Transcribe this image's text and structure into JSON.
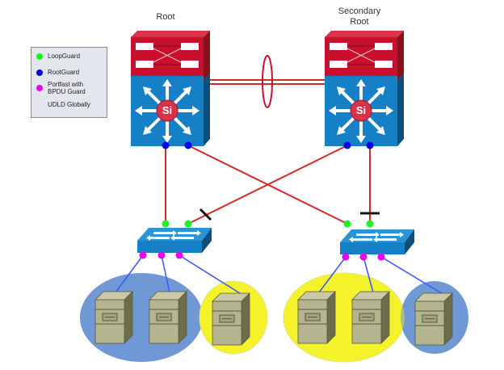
{
  "labels": {
    "root": "Root",
    "secondary_root": "Secondary\nRoot"
  },
  "legend": {
    "items": [
      {
        "label": "LoopGuard",
        "color": "#22ee22"
      },
      {
        "label": "RootGuard",
        "color": "#0000ee"
      },
      {
        "label": "Portfast with\nBPDU Guard",
        "color": "#ee00ee"
      },
      {
        "label": "UDLD Globally",
        "color": ""
      }
    ]
  },
  "colors": {
    "link_red": "#d42a2a",
    "link_blue": "#3b5bff",
    "core_red": "#c8102e",
    "core_blue": "#1580c6",
    "group_blue": "#6f98d4",
    "group_yellow": "#f5f22a",
    "server": "#b4b48e",
    "blocked_marker": "#111111"
  },
  "nodes": {
    "core_switches": [
      {
        "id": "root",
        "role": "Root",
        "icon": "multilayer-switch-si"
      },
      {
        "id": "secondary",
        "role": "Secondary Root",
        "icon": "multilayer-switch-si"
      }
    ],
    "access_switches": [
      {
        "id": "access-left",
        "icon": "workgroup-switch"
      },
      {
        "id": "access-right",
        "icon": "workgroup-switch"
      }
    ],
    "server_groups": [
      {
        "id": "left-blue",
        "color": "group_blue",
        "servers": 2
      },
      {
        "id": "left-yellow",
        "color": "group_yellow",
        "servers": 1
      },
      {
        "id": "right-yellow",
        "color": "group_yellow",
        "servers": 2
      },
      {
        "id": "right-blue",
        "color": "group_blue",
        "servers": 1
      }
    ]
  },
  "icon_text": {
    "si": "Si"
  }
}
